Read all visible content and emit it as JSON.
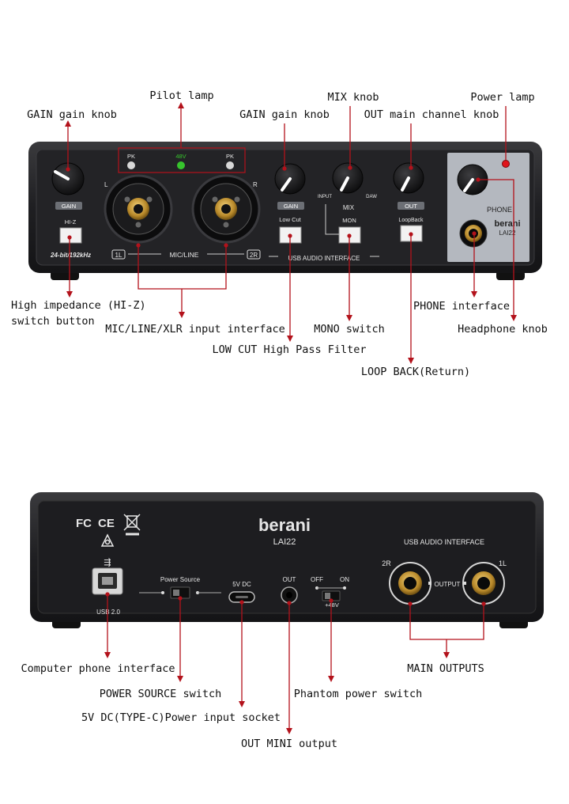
{
  "colors": {
    "leader": "#b3121b",
    "device_body": "#1c1c1e",
    "device_face": "#2a2a2d",
    "phone_panel": "#b4b8bf",
    "gold": "#c9a23a",
    "led_green": "#37c42d",
    "led_red": "#e0141b"
  },
  "front": {
    "callouts": {
      "pilot_lamp": "Pilot lamp",
      "mix_knob": "MIX knob",
      "power_lamp": "Power lamp",
      "gain_knob_left": "GAIN gain knob",
      "gain_knob_right": "GAIN gain knob",
      "out_knob": "OUT main channel knob",
      "hiz_line1": "High impedance (HI-Z)",
      "hiz_line2": "switch button",
      "phone_interface": "PHONE interface",
      "mic_line_xlr": "MIC/LINE/XLR input interface",
      "mono_switch": "MONO switch",
      "headphone_knob": "Headphone knob",
      "low_cut": "LOW CUT High Pass Filter",
      "loop_back": "LOOP BACK(Return)"
    },
    "panel": {
      "pk_left": "PK",
      "v48": "48V",
      "pk_right": "PK",
      "gain_label_1": "GAIN",
      "hiz": "HI-Z",
      "ch_l": "L",
      "ch_r": "R",
      "spec": "24-bit/192kHz",
      "ch1": "1L",
      "mic_line": "MIC/LINE",
      "ch2": "2R",
      "gain_label_2": "GAIN",
      "low_cut": "Low Cut",
      "mix": "MIX",
      "input": "INPUT",
      "daw": "DAW",
      "mon": "MON",
      "out": "OUT",
      "loopback": "LoopBack",
      "usb_audio": "USB AUDIO INTERFACE",
      "phone": "PHONE",
      "brand": "berani",
      "model": "LAI22"
    }
  },
  "back": {
    "callouts": {
      "computer_phone": "Computer phone interface",
      "main_outputs": "MAIN OUTPUTS",
      "power_source_switch": "POWER SOURCE switch",
      "phantom_switch": "Phantom power switch",
      "dc_socket": "5V DC(TYPE-C)Power input socket",
      "out_mini": "OUT MINI output"
    },
    "panel": {
      "fc": "FC",
      "ce": "CE",
      "brand": "berani",
      "model": "LAI22",
      "usb_audio": "USB AUDIO INTERFACE",
      "usb_label": "USB 2.0",
      "power_source": "Power Source",
      "dc": "5V DC",
      "out": "OUT",
      "off": "OFF",
      "on": "ON",
      "v48": "+48V",
      "ch2": "2R",
      "output": "OUTPUT",
      "ch1": "1L"
    }
  }
}
